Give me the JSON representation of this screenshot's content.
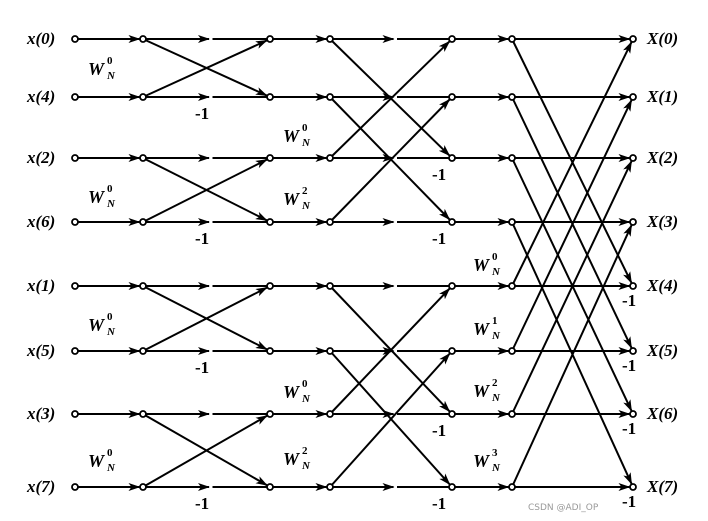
{
  "inputs": [
    "x(0)",
    "x(4)",
    "x(2)",
    "x(6)",
    "x(1)",
    "x(5)",
    "x(3)",
    "x(7)"
  ],
  "outputs": [
    "X(0)",
    "X(1)",
    "X(2)",
    "X(3)",
    "X(4)",
    "X(5)",
    "X(6)",
    "X(7)"
  ],
  "twiddle_base": "W",
  "twiddle_sub": "N",
  "stage1_twiddles": [
    "0",
    "0",
    "0",
    "0"
  ],
  "stage2_twiddles": [
    "0",
    "2",
    "0",
    "2"
  ],
  "stage3_twiddles": [
    "0",
    "1",
    "2",
    "3"
  ],
  "minus_one": "-1",
  "watermark": "CSDN @ADI_OP"
}
